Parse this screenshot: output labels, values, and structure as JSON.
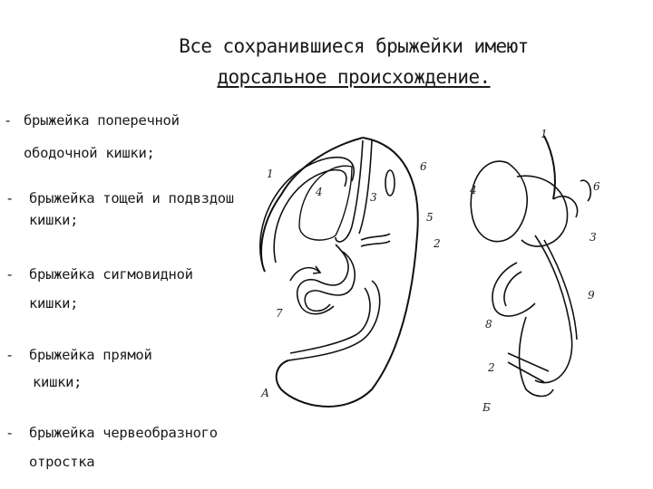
{
  "heading": {
    "line1": "Все сохранившиеся брыжейки имеют",
    "line2": "дорсальное происхождение."
  },
  "bullets": [
    {
      "marker": "-",
      "line1": "брыжейка поперечной",
      "line2": "ободочной кишки;"
    },
    {
      "marker": "-",
      "line1": "брыжейка тощей и  подвздош",
      "line2": "кишки;"
    },
    {
      "marker": "-",
      "line1": "брыжейка сигмовидной",
      "line2": "кишки;"
    },
    {
      "marker": "-",
      "line1": "брыжейка прямой",
      "line2": "кишки;"
    },
    {
      "marker": "-",
      "line1": "брыжейка червеобразного",
      "line2": "отростка"
    }
  ],
  "figure": {
    "panel_a": "А",
    "panel_b": "Б",
    "labels_a": [
      "1",
      "2",
      "3",
      "4",
      "5",
      "6",
      "7"
    ],
    "labels_b": [
      "1",
      "2",
      "3",
      "4",
      "6",
      "8",
      "9"
    ]
  }
}
